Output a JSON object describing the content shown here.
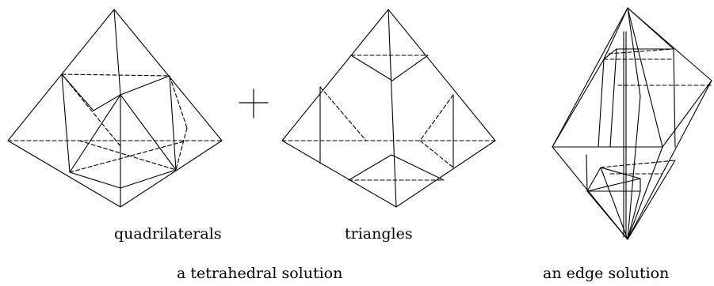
{
  "labels": {
    "quadrilaterals": "quadrilaterals",
    "triangles": "triangles",
    "tetrahedral": "a tetrahedral solution",
    "edge": "an edge solution"
  }
}
